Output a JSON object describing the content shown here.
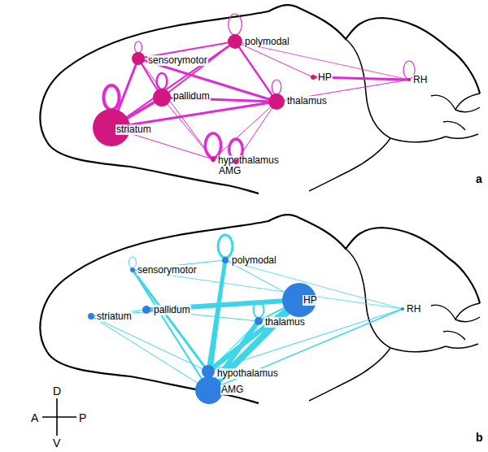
{
  "diagram": {
    "nodes": [
      {
        "text": [
          "sensorymotor"
        ]
      },
      {
        "text": [
          "polymodal"
        ]
      },
      {
        "text": [
          "striatum"
        ]
      },
      {
        "text": [
          "pallidum"
        ]
      },
      {
        "text": [
          "thalamus"
        ]
      },
      {
        "text": [
          "hypothalamus"
        ]
      },
      {
        "text": [
          "AMG"
        ]
      },
      {
        "text": [
          "HP"
        ]
      },
      {
        "text": [
          "RH"
        ]
      },
      {
        "text": [
          "sensorymotor"
        ]
      },
      {
        "text": [
          "polymodal"
        ]
      },
      {
        "text": [
          "striatum"
        ]
      },
      {
        "text": [
          "pallidum"
        ]
      },
      {
        "text": [
          "thalamus"
        ]
      },
      {
        "text": [
          "hypothalamus"
        ]
      },
      {
        "text": [
          "AMG"
        ]
      },
      {
        "text": [
          "HP"
        ]
      },
      {
        "text": [
          "RH"
        ]
      }
    ],
    "edges": [
      {
        "from": 2,
        "to": 0,
        "arrow": "none"
      },
      {
        "from": 2,
        "to": 1,
        "arrow": "none"
      },
      {
        "from": 2,
        "to": 3,
        "arrow": "none"
      },
      {
        "from": 2,
        "to": 4,
        "arrow": "none"
      },
      {
        "from": 2,
        "to": 5,
        "arrow": "none"
      },
      {
        "from": 0,
        "to": 1,
        "arrow": "none"
      },
      {
        "from": 0,
        "to": 3,
        "arrow": "none"
      },
      {
        "from": 0,
        "to": 4,
        "arrow": "none"
      },
      {
        "from": 1,
        "to": 3,
        "arrow": "none"
      },
      {
        "from": 1,
        "to": 4,
        "arrow": "none"
      },
      {
        "from": 1,
        "to": 7,
        "arrow": "none"
      },
      {
        "from": 1,
        "to": 8,
        "arrow": "none"
      },
      {
        "from": 3,
        "to": 4,
        "arrow": "none"
      },
      {
        "from": 3,
        "to": 5,
        "arrow": "none"
      },
      {
        "from": 4,
        "to": 5,
        "arrow": "none"
      },
      {
        "from": 4,
        "to": 6,
        "arrow": "none"
      },
      {
        "from": 4,
        "to": 8,
        "arrow": "none"
      },
      {
        "from": 7,
        "to": 8,
        "arrow": "none"
      },
      {
        "from": 0,
        "to": 5,
        "arrow": "none"
      },
      {
        "from": 14,
        "to": 16,
        "arrow": "none"
      },
      {
        "from": 15,
        "to": 16,
        "arrow": "none"
      },
      {
        "from": 12,
        "to": 16,
        "arrow": "none"
      },
      {
        "from": 14,
        "to": 10,
        "arrow": "none"
      },
      {
        "from": 15,
        "to": 10,
        "arrow": "none"
      },
      {
        "from": 14,
        "to": 9,
        "arrow": "none"
      },
      {
        "from": 15,
        "to": 9,
        "arrow": "none"
      },
      {
        "from": 15,
        "to": 13,
        "arrow": "none"
      },
      {
        "from": 15,
        "to": 17,
        "arrow": "none"
      },
      {
        "from": 14,
        "to": 17,
        "arrow": "none"
      },
      {
        "from": 11,
        "to": 16,
        "arrow": "none"
      },
      {
        "from": 11,
        "to": 14,
        "arrow": "none"
      },
      {
        "from": 11,
        "to": 15,
        "arrow": "none"
      },
      {
        "from": 10,
        "to": 16,
        "arrow": "none"
      },
      {
        "from": 9,
        "to": 17,
        "arrow": "none"
      },
      {
        "from": 13,
        "to": 16,
        "arrow": "none"
      },
      {
        "from": 12,
        "to": 13,
        "arrow": "none"
      },
      {
        "from": 10,
        "to": 17,
        "arrow": "none"
      },
      {
        "from": 9,
        "to": 10,
        "arrow": "none"
      },
      {
        "from": 11,
        "to": 12,
        "arrow": "none"
      },
      {
        "from": 13,
        "to": 14,
        "arrow": "none"
      }
    ],
    "labels": [
      "a",
      "b",
      "D",
      "A",
      "P",
      "V"
    ]
  }
}
